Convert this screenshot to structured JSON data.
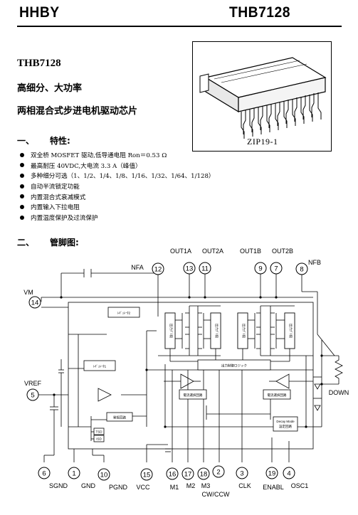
{
  "header": {
    "brand": "HHBY",
    "model": "THB7128"
  },
  "part_number": "THB7128",
  "subtitle_1": "高细分、大功率",
  "subtitle_2": "两相混合式步进电机驱动芯片",
  "section_features": {
    "num": "一、",
    "title": "特性:"
  },
  "features": [
    "双全桥 MOSFET 驱动,低导通电阻 Ron＝0.53 Ω",
    "最高耐压 40VDC,大电流 3.3 A（峰值）",
    "多种细分可选（1、1/2、1/4、1/8、1/16、1/32、1/64、1/128）",
    "自动半流锁定功能",
    "内置混合式衰减模式",
    "内置输入下拉电阻",
    "内置温度保护及过流保护"
  ],
  "package_label": "ZIP19-1",
  "section_pinout": {
    "num": "二、",
    "title": "管脚图:"
  },
  "pins": {
    "top": [
      {
        "num": "12",
        "name": "NFA"
      },
      {
        "num": "13",
        "name": "OUT1A"
      },
      {
        "num": "11",
        "name": "OUT2A"
      },
      {
        "num": "9",
        "name": "OUT1B"
      },
      {
        "num": "7",
        "name": "OUT2B"
      },
      {
        "num": "8",
        "name": "NFB"
      }
    ],
    "left": [
      {
        "num": "14",
        "name": "VM"
      },
      {
        "num": "5",
        "name": "VREF"
      }
    ],
    "bottom": [
      {
        "num": "6",
        "name": "SGND"
      },
      {
        "num": "1",
        "name": "GND"
      },
      {
        "num": "10",
        "name": "PGND"
      },
      {
        "num": "15",
        "name": "VCC"
      },
      {
        "num": "16",
        "name": "M1"
      },
      {
        "num": "17",
        "name": "M2"
      },
      {
        "num": "18",
        "name": "M3"
      },
      {
        "num": "2",
        "name": "CW/CCW"
      },
      {
        "num": "3",
        "name": "CLK"
      },
      {
        "num": "19",
        "name": "ENABL"
      },
      {
        "num": "4",
        "name": "OSC1"
      }
    ],
    "right_label": "DOWN"
  },
  "blocks": {
    "reg1": "ﾚｷﾞｭﾚｰﾀ2",
    "reg2": "ﾚｷﾞｭﾚｰﾀ1",
    "pre_a": "出力ﾌﾟﾘ段",
    "pre_b": "出力ﾌﾟﾘ段",
    "pre_c": "出力ﾌﾟﾘ段",
    "pre_d": "出力ﾌﾟﾘ段",
    "logic": "出力制御ロジック",
    "cur_a": "電流選択回路",
    "cur_b": "電流選択回路",
    "temp": "発振回路",
    "tsd": "TSD",
    "isd": "ISD",
    "decay": "Decay Mode\n設定回路"
  }
}
